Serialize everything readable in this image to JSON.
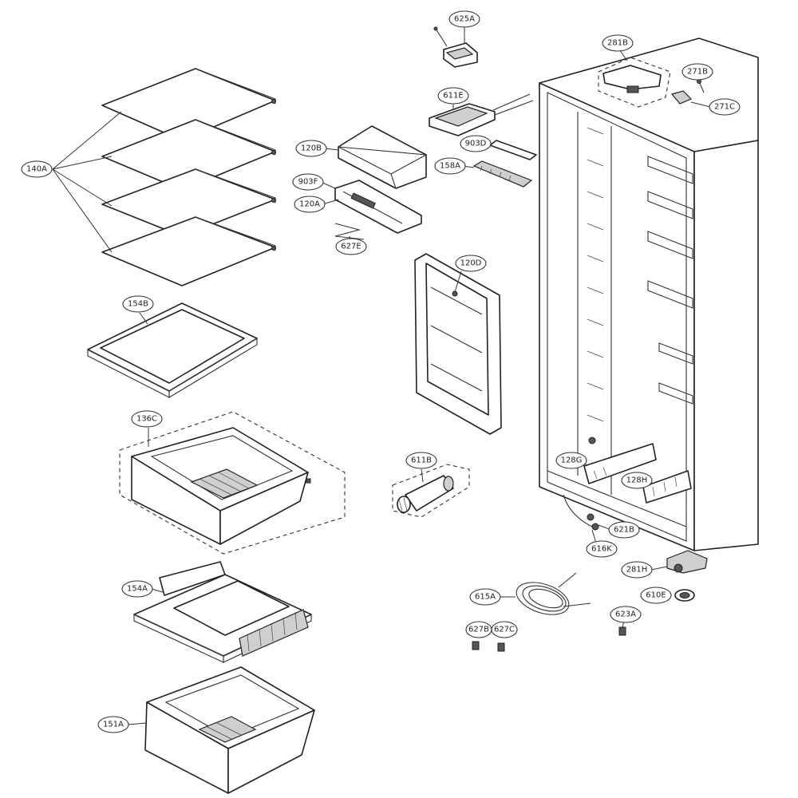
{
  "labels": {
    "l140A": "140A",
    "l154B": "154B",
    "l136C": "136C",
    "l154A": "154A",
    "l151A": "151A",
    "l120B": "120B",
    "l903F": "903F",
    "l120A": "120A",
    "l627E": "627E",
    "l625A": "625A",
    "l611E": "611E",
    "l903D": "903D",
    "l158A": "158A",
    "l120D": "120D",
    "l611B": "611B",
    "l281B": "281B",
    "l271B": "271B",
    "l271C": "271C",
    "l128G": "128G",
    "l128H": "128H",
    "l621B": "621B",
    "l616K": "616K",
    "l281H": "281H",
    "l610E": "610E",
    "l615A": "615A",
    "l623A": "623A",
    "l627B": "627B",
    "l627C": "627C"
  }
}
